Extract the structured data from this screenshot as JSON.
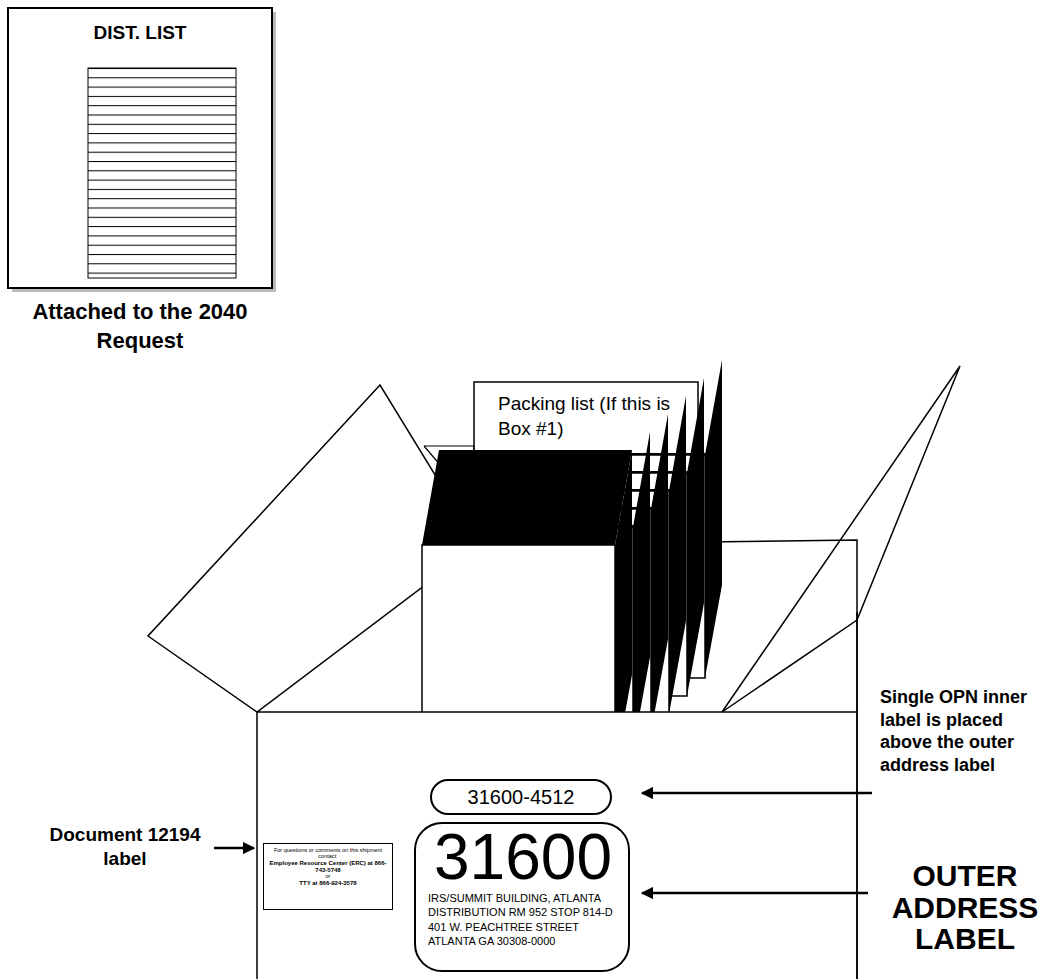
{
  "diagram": {
    "nodes": [
      {
        "text": [
          "DIST. LIST"
        ]
      },
      {
        "text": [
          "Packing list (If this is Box #1)"
        ]
      },
      {
        "text": [
          "31600-4512"
        ]
      },
      {
        "text": [
          "For questions or comments on this shipment contact:",
          "Employee Resource Center (ERC) at 866-743-5748",
          "or",
          "TTY at 866-924-3578"
        ]
      },
      {
        "text": [
          "31600",
          "IRS/SUMMIT BUILDING, ATLANTA DISTRIBUTION RM 952 STOP 814-D 401 W. PEACHTREE STREET ATLANTA GA 30308-0000"
        ]
      }
    ],
    "labels": [
      "Attached to the 2040 Request",
      "Single OPN inner label is placed above the outer address label",
      "Document 12194 label",
      "OUTER ADDRESS LABEL"
    ]
  }
}
